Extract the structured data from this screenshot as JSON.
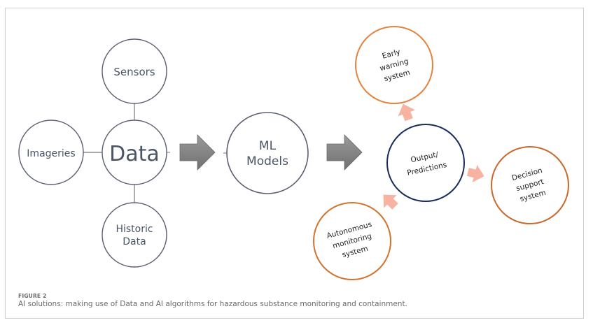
{
  "figure": {
    "label": "FIGURE 2",
    "caption": "AI solutions: making use of Data and AI algorithms for hazardous substance monitoring and containment."
  },
  "diagram": {
    "inputs": {
      "center": "Data",
      "sources": {
        "top": "Sensors",
        "left": "Imageries",
        "bottom": [
          "Historic",
          "Data"
        ]
      }
    },
    "model": [
      "ML",
      "Models"
    ],
    "output": [
      "Output/",
      "Predictions"
    ],
    "applications": {
      "top": [
        "Early",
        "warning",
        "system"
      ],
      "right": [
        "Decision",
        "support",
        "system"
      ],
      "bottom_left": [
        "Autonomous",
        "monitoring",
        "system"
      ]
    },
    "flow": [
      "Data",
      "ML Models",
      "Output/Predictions"
    ],
    "colors": {
      "input_stroke": "#5b6170",
      "text": "#4a5566",
      "flow_arrow": "#808080",
      "output_stroke": "#1a2b5c",
      "application_stroke": "#d9742f",
      "application_arrow": "#f7b3a2"
    }
  }
}
